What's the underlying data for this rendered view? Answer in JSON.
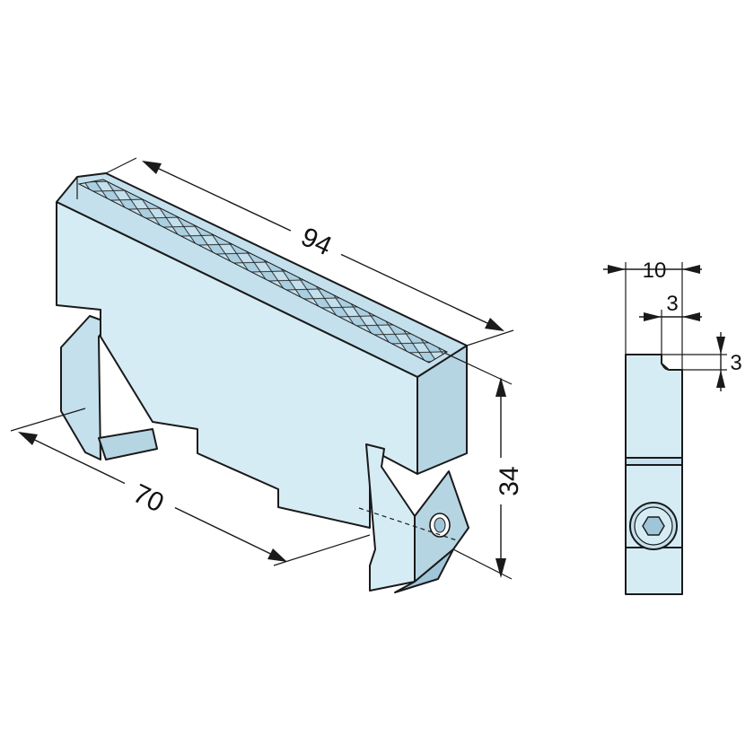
{
  "colors": {
    "part_front": "#d6ecf5",
    "part_top": "#c4e0ed",
    "part_side": "#b5d5e3",
    "part_dark": "#9fc6d8",
    "outline": "#1a1a1a",
    "background": "#ffffff"
  },
  "dimensions": {
    "length": "94",
    "depth": "70",
    "height": "34",
    "width": "10",
    "groove_width": "3",
    "groove_depth": "3"
  }
}
